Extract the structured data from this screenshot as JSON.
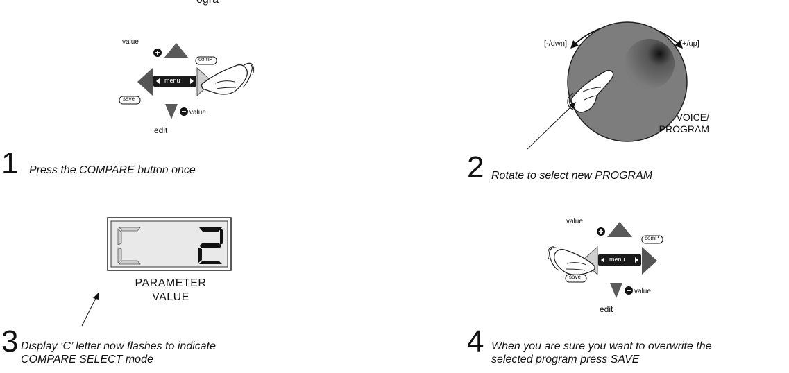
{
  "step1": {
    "number": "1",
    "text": "Press the COMPARE button once"
  },
  "step2": {
    "number": "2",
    "text": "Rotate to select new PROGRAM"
  },
  "step3": {
    "number": "3",
    "text_line1": "Display ‘C’ letter now flashes to indicate",
    "text_line2": "COMPARE SELECT mode"
  },
  "step4": {
    "number": "4",
    "text_line1": "When you are sure you want to overwrite the",
    "text_line2": "selected program press SAVE"
  },
  "buttons": {
    "value_label": "value",
    "menu_label": "menu",
    "comp_label": "comP",
    "save_label": "save",
    "edit_label": "edit"
  },
  "dial": {
    "minus_label": "[-/dwn]",
    "plus_label": "[+/up]",
    "voice_line1": "VOICE/",
    "voice_line2": "PROGRAM"
  },
  "lcd": {
    "display_value": "2",
    "label_line1": "PARAMETER",
    "label_line2": "VALUE"
  },
  "top_fragment": "ogra"
}
